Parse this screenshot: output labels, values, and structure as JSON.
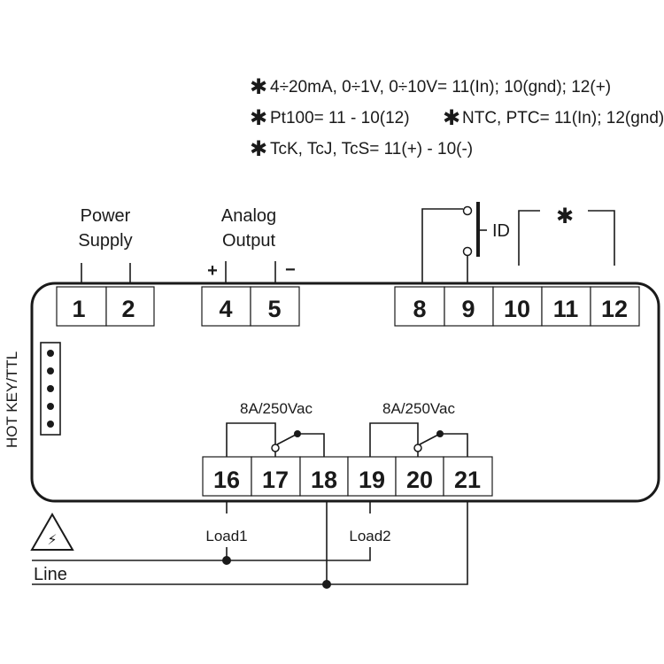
{
  "notes": {
    "line1": "4÷20mA, 0÷1V, 0÷10V= 11(In); 10(gnd); 12(+)",
    "line2a": "Pt100= 11 - 10(12)",
    "line2b": "NTC, PTC= 11(In); 12(gnd)",
    "line3": "TcK, TcJ, TcS= 11(+) - 10(-)",
    "star_symbol": "✱"
  },
  "labels": {
    "power_1": "Power",
    "power_2": "Supply",
    "analog_1": "Analog",
    "analog_2": "Output",
    "plus": "+",
    "minus": "−",
    "id": "ID",
    "hot_key": "HOT KEY/TTL",
    "relay1_rating": "8A/250Vac",
    "relay2_rating": "8A/250Vac",
    "load1": "Load1",
    "load2": "Load2",
    "line": "Line",
    "warning_symbol": "⚡"
  },
  "terminals_top": [
    "1",
    "2",
    "4",
    "5",
    "8",
    "9",
    "10",
    "11",
    "12"
  ],
  "terminals_bottom": [
    "16",
    "17",
    "18",
    "19",
    "20",
    "21"
  ]
}
